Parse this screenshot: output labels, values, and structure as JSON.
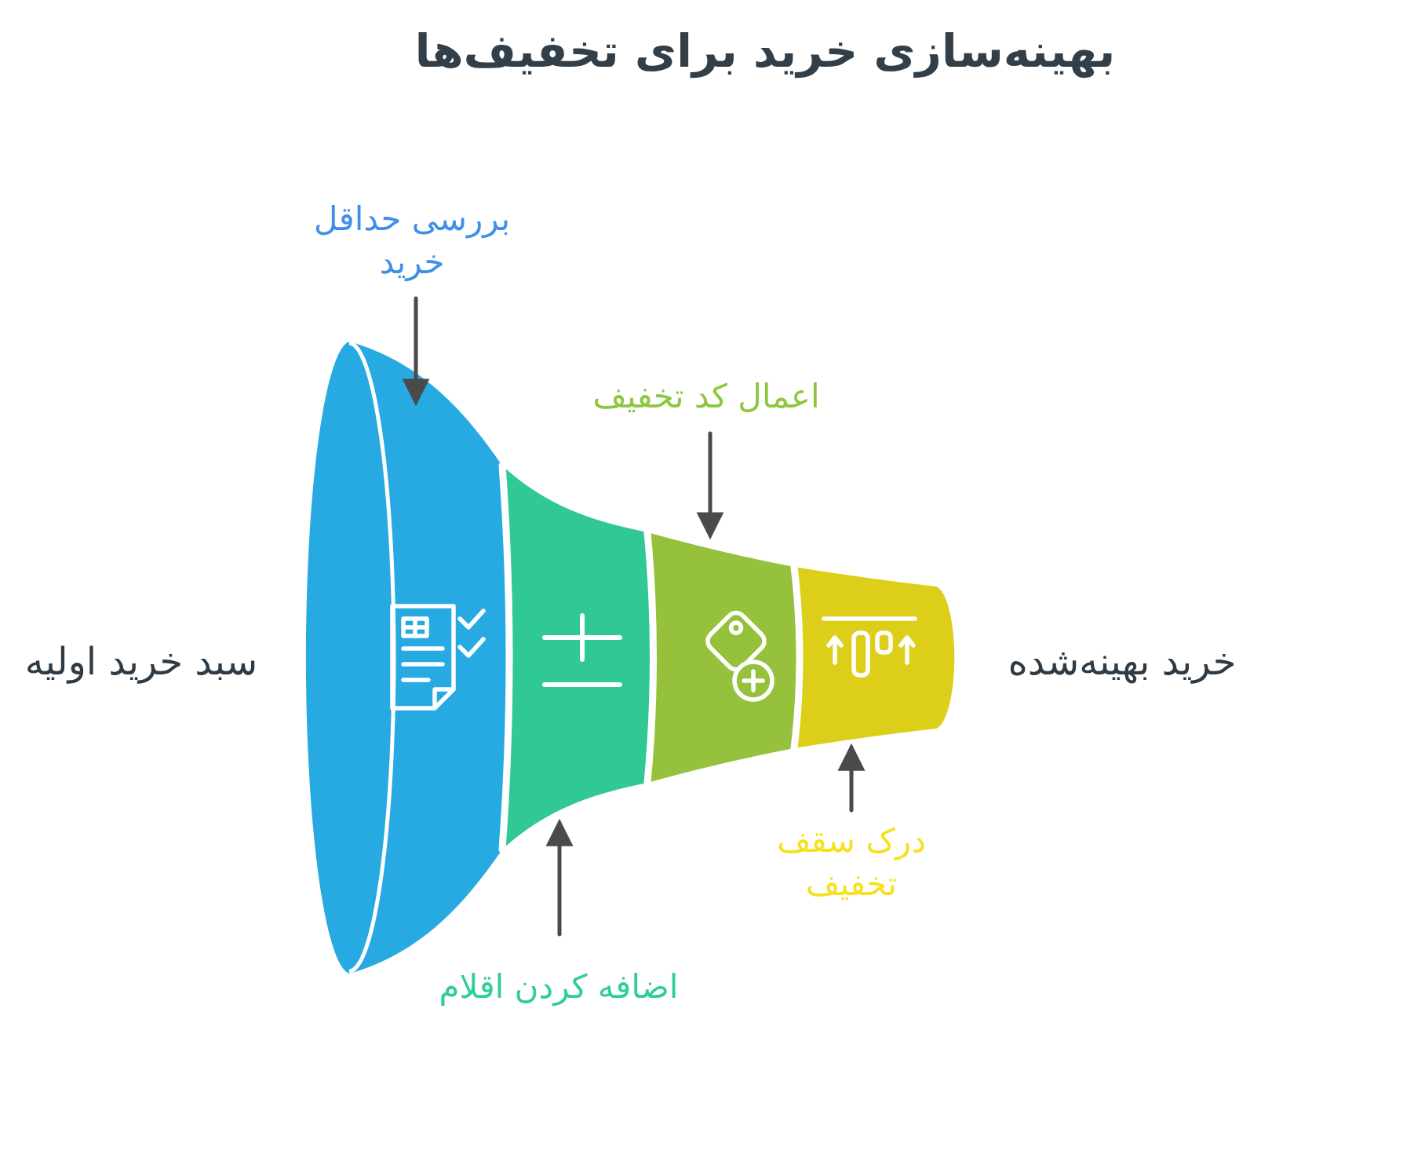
{
  "title": "بهینه‌سازی خرید برای تخفیف‌ها",
  "title_color": "#333f48",
  "endpoints": {
    "input_label": "سبد خرید اولیه",
    "output_label": "خرید بهینه‌شده",
    "text_color": "#2e3a44"
  },
  "arrow_color": "#4a4a4a",
  "stages": [
    {
      "label": "بررسی حداقل خرید",
      "color": "#27aae1",
      "label_color": "#3f8fe8",
      "icon": "invoice-check-icon",
      "label_position": "top"
    },
    {
      "label": "اضافه کردن اقلام",
      "color": "#30c894",
      "label_color": "#2fce96",
      "icon": "plus-minus-icon",
      "label_position": "bottom"
    },
    {
      "label": "اعمال کد تخفیف",
      "color": "#96c13d",
      "label_color": "#8dc63f",
      "icon": "discount-tag-plus-icon",
      "label_position": "top"
    },
    {
      "label": "درک سقف تخفیف",
      "color": "#ddce1a",
      "label_color": "#f6e11b",
      "icon": "limit-sliders-icon",
      "label_position": "bottom"
    }
  ]
}
